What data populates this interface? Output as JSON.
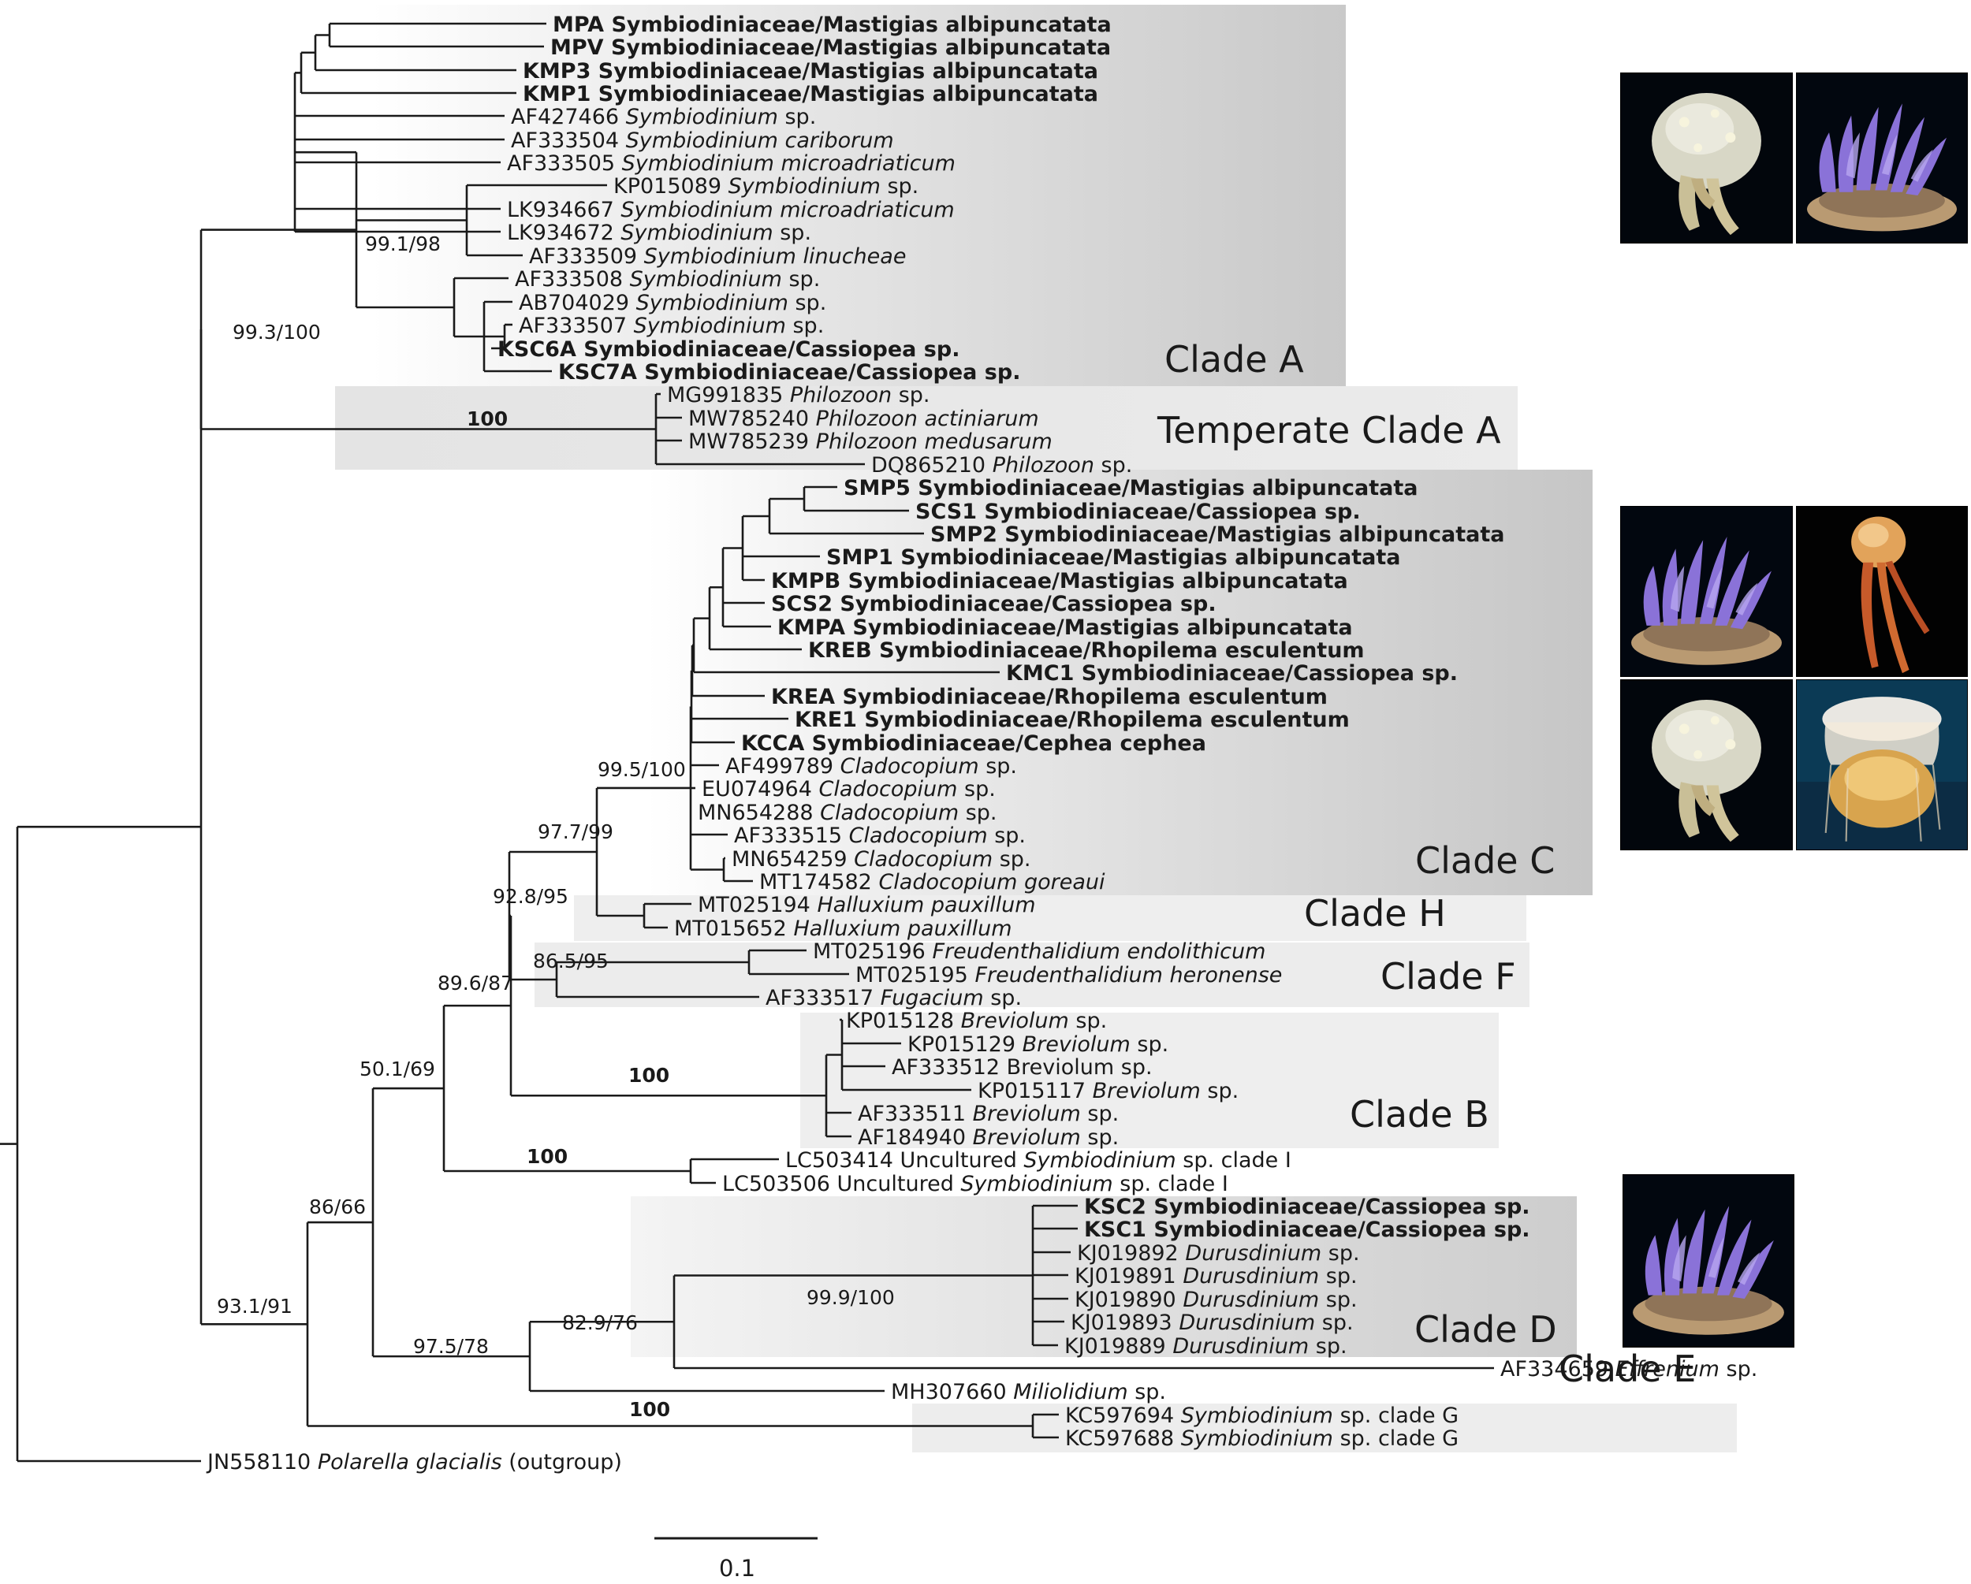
{
  "tips": [
    {
      "id": "MPA",
      "accession": "MPA",
      "name": "Symbiodiniaceae/Mastigias albipuncatata",
      "italic": false,
      "bold": true
    },
    {
      "id": "MPV",
      "accession": "MPV",
      "name": "Symbiodiniaceae/Mastigias albipuncatata",
      "italic": false,
      "bold": true
    },
    {
      "id": "KMP3",
      "accession": "KMP3",
      "name": "Symbiodiniaceae/Mastigias albipuncatata",
      "italic": false,
      "bold": true
    },
    {
      "id": "KMP1",
      "accession": "KMP1",
      "name": "Symbiodiniaceae/Mastigias albipuncatata",
      "italic": false,
      "bold": true
    },
    {
      "id": "AF427466",
      "accession": "AF427466",
      "name": "Symbiodinium",
      "suffix": " sp.",
      "italic": true,
      "bold": false
    },
    {
      "id": "AF333504",
      "accession": "AF333504",
      "name": "Symbiodinium cariborum",
      "italic": true,
      "bold": false
    },
    {
      "id": "AF333505",
      "accession": "AF333505",
      "name": "Symbiodinium microadriaticum",
      "italic": true,
      "bold": false
    },
    {
      "id": "KP015089",
      "accession": "KP015089",
      "name": "Symbiodinium",
      "suffix": " sp.",
      "italic": true,
      "bold": false
    },
    {
      "id": "LK934667",
      "accession": "LK934667",
      "name": "Symbiodinium microadriaticum",
      "italic": true,
      "bold": false
    },
    {
      "id": "LK934672",
      "accession": "LK934672",
      "name": "Symbiodinium",
      "suffix": " sp.",
      "italic": true,
      "bold": false
    },
    {
      "id": "AF333509",
      "accession": "AF333509",
      "name": "Symbiodinium linucheae",
      "italic": true,
      "bold": false
    },
    {
      "id": "AF333508",
      "accession": "AF333508",
      "name": "Symbiodinium",
      "suffix": " sp.",
      "italic": true,
      "bold": false
    },
    {
      "id": "AB704029",
      "accession": "AB704029",
      "name": "Symbiodinium",
      "suffix": " sp.",
      "italic": true,
      "bold": false
    },
    {
      "id": "AF333507",
      "accession": "AF333507",
      "name": "Symbiodinium",
      "suffix": " sp.",
      "italic": true,
      "bold": false
    },
    {
      "id": "KSC6A",
      "accession": "KSC6A",
      "name": "Symbiodiniaceae/Cassiopea sp.",
      "italic": false,
      "bold": true
    },
    {
      "id": "KSC7A",
      "accession": "KSC7A",
      "name": "Symbiodiniaceae/Cassiopea sp.",
      "italic": false,
      "bold": true
    },
    {
      "id": "MG991835",
      "accession": "MG991835",
      "name": "Philozoon",
      "suffix": " sp.",
      "italic": true,
      "bold": false
    },
    {
      "id": "MW785240",
      "accession": "MW785240",
      "name": "Philozoon actiniarum",
      "italic": true,
      "bold": false
    },
    {
      "id": "MW785239",
      "accession": "MW785239",
      "name": "Philozoon medusarum",
      "italic": true,
      "bold": false
    },
    {
      "id": "DQ865210",
      "accession": "DQ865210",
      "name": "Philozoon",
      "suffix": " sp.",
      "italic": true,
      "bold": false
    },
    {
      "id": "SMP5",
      "accession": "SMP5",
      "name": "Symbiodiniaceae/Mastigias albipuncatata",
      "italic": false,
      "bold": true
    },
    {
      "id": "SCS1",
      "accession": "SCS1",
      "name": "Symbiodiniaceae/Cassiopea sp.",
      "italic": false,
      "bold": true
    },
    {
      "id": "SMP2",
      "accession": "SMP2",
      "name": "Symbiodiniaceae/Mastigias albipuncatata",
      "italic": false,
      "bold": true
    },
    {
      "id": "SMP1",
      "accession": "SMP1",
      "name": "Symbiodiniaceae/Mastigias albipuncatata",
      "italic": false,
      "bold": true
    },
    {
      "id": "KMPB",
      "accession": "KMPB",
      "name": "Symbiodiniaceae/Mastigias albipuncatata",
      "italic": false,
      "bold": true
    },
    {
      "id": "SCS2",
      "accession": "SCS2",
      "name": "Symbiodiniaceae/Cassiopea sp.",
      "italic": false,
      "bold": true
    },
    {
      "id": "KMPA",
      "accession": "KMPA",
      "name": "Symbiodiniaceae/Mastigias albipuncatata",
      "italic": false,
      "bold": true
    },
    {
      "id": "KREB",
      "accession": "KREB",
      "name": "Symbiodiniaceae/Rhopilema esculentum",
      "italic": false,
      "bold": true
    },
    {
      "id": "KMC1",
      "accession": "KMC1",
      "name": "Symbiodiniaceae/Cassiopea sp.",
      "italic": false,
      "bold": true
    },
    {
      "id": "KREA",
      "accession": "KREA",
      "name": "Symbiodiniaceae/Rhopilema esculentum",
      "italic": false,
      "bold": true
    },
    {
      "id": "KRE1",
      "accession": "KRE1",
      "name": "Symbiodiniaceae/Rhopilema esculentum",
      "italic": false,
      "bold": true
    },
    {
      "id": "KCCA",
      "accession": "KCCA",
      "name": "Symbiodiniaceae/Cephea cephea",
      "italic": false,
      "bold": true
    },
    {
      "id": "AF499789",
      "accession": "AF499789",
      "name": "Cladocopium",
      "suffix": " sp.",
      "italic": true,
      "bold": false
    },
    {
      "id": "EU074964",
      "accession": "EU074964",
      "name": "Cladocopium",
      "suffix": " sp.",
      "italic": true,
      "bold": false
    },
    {
      "id": "MN654288",
      "accession": "MN654288",
      "name": "Cladocopium",
      "suffix": " sp.",
      "italic": true,
      "bold": false
    },
    {
      "id": "AF333515",
      "accession": "AF333515",
      "name": "Cladocopium",
      "suffix": " sp.",
      "italic": true,
      "bold": false
    },
    {
      "id": "MN654259",
      "accession": "MN654259",
      "name": "Cladocopium",
      "suffix": " sp.",
      "italic": true,
      "bold": false
    },
    {
      "id": "MT174582",
      "accession": "MT174582",
      "name": "Cladocopium goreaui",
      "italic": true,
      "bold": false
    },
    {
      "id": "MT025194",
      "accession": "MT025194",
      "name": "Halluxium pauxillum",
      "italic": true,
      "bold": false
    },
    {
      "id": "MT015652",
      "accession": "MT015652",
      "name": "Halluxium pauxillum",
      "italic": true,
      "bold": false
    },
    {
      "id": "MT025196",
      "accession": "MT025196",
      "name": "Freudenthalidium endolithicum",
      "italic": true,
      "bold": false
    },
    {
      "id": "MT025195",
      "accession": "MT025195",
      "name": "Freudenthalidium heronense",
      "italic": true,
      "bold": false
    },
    {
      "id": "AF333517",
      "accession": "AF333517",
      "name": "Fugacium",
      "suffix": " sp.",
      "italic": true,
      "bold": false
    },
    {
      "id": "KP015128",
      "accession": "KP015128",
      "name": "Breviolum",
      "suffix": " sp.",
      "italic": true,
      "bold": false
    },
    {
      "id": "KP015129",
      "accession": "KP015129",
      "name": "Breviolum",
      "suffix": " sp.",
      "italic": true,
      "bold": false
    },
    {
      "id": "AF333512",
      "accession": "AF333512",
      "name": "Breviolum sp.",
      "italic": false,
      "bold": false
    },
    {
      "id": "KP015117",
      "accession": "KP015117",
      "name": "Breviolum",
      "suffix": " sp.",
      "italic": true,
      "bold": false
    },
    {
      "id": "AF333511",
      "accession": "AF333511",
      "name": "Breviolum",
      "suffix": " sp.",
      "italic": true,
      "bold": false
    },
    {
      "id": "AF184940",
      "accession": "AF184940",
      "name": "Breviolum",
      "suffix": " sp.",
      "italic": true,
      "bold": false
    },
    {
      "id": "LC503414",
      "accession": "LC503414",
      "prefix": "Uncultured ",
      "name": "Symbiodinium",
      "suffix": " sp. clade I",
      "italic": true,
      "bold": false
    },
    {
      "id": "LC503506",
      "accession": "LC503506",
      "prefix": "Uncultured ",
      "name": "Symbiodinium",
      "suffix": " sp. clade I",
      "italic": true,
      "bold": false
    },
    {
      "id": "KSC2",
      "accession": "KSC2",
      "name": "Symbiodiniaceae/Cassiopea sp.",
      "italic": false,
      "bold": true
    },
    {
      "id": "KSC1",
      "accession": "KSC1",
      "name": "Symbiodiniaceae/Cassiopea sp.",
      "italic": false,
      "bold": true
    },
    {
      "id": "KJ019892",
      "accession": "KJ019892",
      "name": "Durusdinium",
      "suffix": " sp.",
      "italic": true,
      "bold": false
    },
    {
      "id": "KJ019891",
      "accession": "KJ019891",
      "name": "Durusdinium",
      "suffix": " sp.",
      "italic": true,
      "bold": false
    },
    {
      "id": "KJ019890",
      "accession": "KJ019890",
      "name": "Durusdinium",
      "suffix": " sp.",
      "italic": true,
      "bold": false
    },
    {
      "id": "KJ019893",
      "accession": "KJ019893",
      "name": "Durusdinium",
      "suffix": " sp.",
      "italic": true,
      "bold": false
    },
    {
      "id": "KJ019889",
      "accession": "KJ019889",
      "name": "Durusdinium",
      "suffix": " sp.",
      "italic": true,
      "bold": false
    },
    {
      "id": "AF334659",
      "accession": "AF334659",
      "name": "Effrenium",
      "suffix": " sp.",
      "italic": true,
      "bold": false
    },
    {
      "id": "MH307660",
      "accession": "MH307660",
      "name": "Miliolidium",
      "suffix": " sp.",
      "italic": true,
      "bold": false
    },
    {
      "id": "KC597694",
      "accession": "KC597694",
      "name": "Symbiodinium",
      "suffix": " sp. clade G",
      "italic": true,
      "bold": false
    },
    {
      "id": "KC597688",
      "accession": "KC597688",
      "name": "Symbiodinium",
      "suffix": " sp. clade G",
      "italic": true,
      "bold": false
    },
    {
      "id": "JN558110",
      "accession": "JN558110",
      "name": "Polarella glacialis",
      "suffix": " (outgroup)",
      "italic": true,
      "bold": false
    }
  ],
  "support_values": [
    {
      "id": "s_cladeA_inner",
      "text": "99.1/98",
      "bold": false
    },
    {
      "id": "s_cladeA",
      "text": "99.3/100",
      "bold": false
    },
    {
      "id": "s_temperate",
      "text": "100",
      "bold": true
    },
    {
      "id": "s_cladeC",
      "text": "99.5/100",
      "bold": false
    },
    {
      "id": "s_CH",
      "text": "97.7/99",
      "bold": false
    },
    {
      "id": "s_CHF",
      "text": "92.8/95",
      "bold": false
    },
    {
      "id": "s_F",
      "text": "86.5/95",
      "bold": false
    },
    {
      "id": "s_CHFB",
      "text": "89.6/87",
      "bold": false
    },
    {
      "id": "s_B",
      "text": "100",
      "bold": true
    },
    {
      "id": "s_I_group",
      "text": "50.1/69",
      "bold": false
    },
    {
      "id": "s_I",
      "text": "100",
      "bold": true
    },
    {
      "id": "s_big",
      "text": "86/66",
      "bold": false
    },
    {
      "id": "s_root_lower",
      "text": "93.1/91",
      "bold": false
    },
    {
      "id": "s_DEM",
      "text": "97.5/78",
      "bold": false
    },
    {
      "id": "s_DE",
      "text": "82.9/76",
      "bold": false
    },
    {
      "id": "s_D",
      "text": "99.9/100",
      "bold": false
    },
    {
      "id": "s_G",
      "text": "100",
      "bold": true
    }
  ],
  "clade_labels": {
    "A": "Clade A",
    "temperate_A": "Temperate Clade A",
    "C": "Clade C",
    "H": "Clade H",
    "F": "Clade F",
    "B": "Clade B",
    "D": "Clade D",
    "E": "Clade E"
  },
  "scale_bar": {
    "label": "0.1",
    "value": 0.1
  },
  "photos": [
    {
      "subject": "white-spotted jellyfish"
    },
    {
      "subject": "upside-down jellyfish"
    },
    {
      "subject": "upside-down jellyfish"
    },
    {
      "subject": "orange jellyfish"
    },
    {
      "subject": "white-spotted jellyfish"
    },
    {
      "subject": "crown jellyfish"
    },
    {
      "subject": "upside-down jellyfish"
    }
  ],
  "colors": {
    "branch": "#1a1a1a",
    "shade_light": "#eeeeee",
    "shade_dark": "#c9c9c9"
  }
}
